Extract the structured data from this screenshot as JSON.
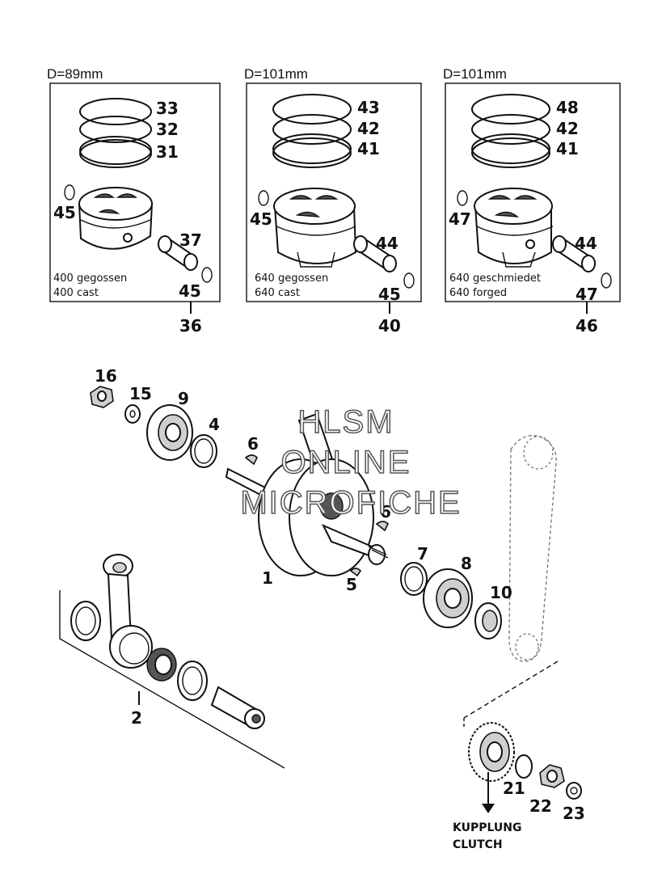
{
  "panels": [
    {
      "diameter": "D=89mm",
      "rings": [
        "33",
        "32",
        "31"
      ],
      "clip": "45",
      "pin": "37",
      "clip2": "45",
      "caption_de": "400 gegossen",
      "caption_en": "400 cast",
      "assembly": "36"
    },
    {
      "diameter": "D=101mm",
      "rings": [
        "43",
        "42",
        "41"
      ],
      "clip": "45",
      "pin": "44",
      "clip2": "45",
      "caption_de": "640 gegossen",
      "caption_en": "640 cast",
      "assembly": "40"
    },
    {
      "diameter": "D=101mm",
      "rings": [
        "48",
        "42",
        "41"
      ],
      "clip": "47",
      "pin": "44",
      "clip2": "47",
      "caption_de": "640 geschmiedet",
      "caption_en": "640 forged",
      "assembly": "46"
    }
  ],
  "crank_parts": {
    "p16": "16",
    "p15": "15",
    "p9": "9",
    "p4": "4",
    "p6a": "6",
    "p6b": "6",
    "p1": "1",
    "p5": "5",
    "p7": "7",
    "p8": "8",
    "p10": "10",
    "p2": "2",
    "p21": "21",
    "p22": "22",
    "p23": "23"
  },
  "clutch_label_de": "KUPPLUNG",
  "clutch_label_en": "CLUTCH",
  "watermark": {
    "line1": "HLSM",
    "line2": "ONLINE",
    "line3": "MICROFICHE"
  }
}
